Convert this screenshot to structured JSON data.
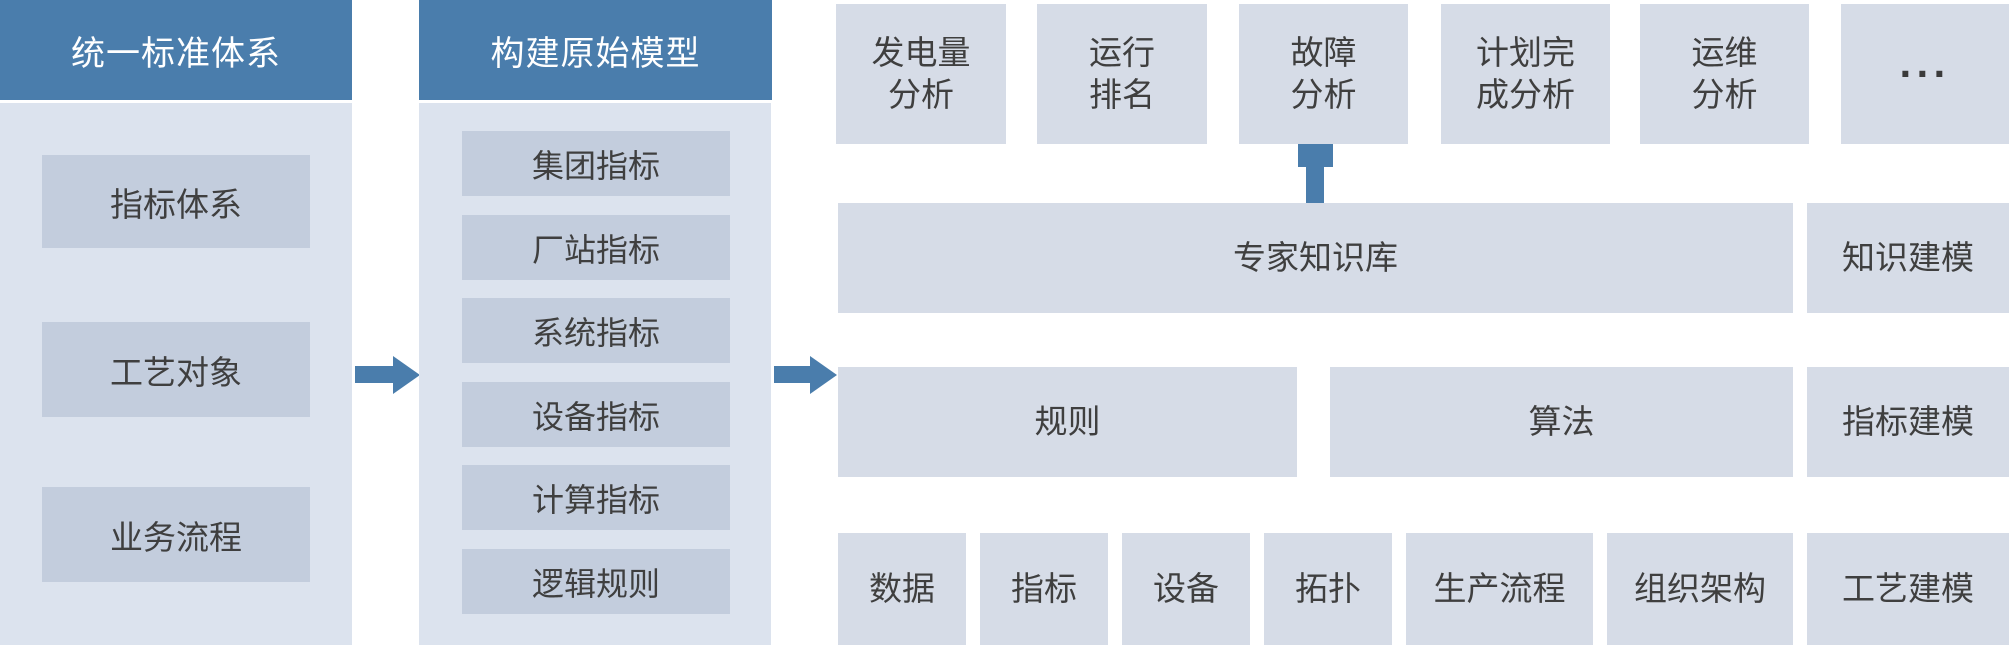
{
  "colors": {
    "accent_blue": "#4a7dac",
    "panel_background": "#dce3ee",
    "column_item_background": "#c3cddd",
    "right_box_background": "#d6dce7",
    "dark_text": "#3f3f3f",
    "header_text": "#ffffff"
  },
  "left_column": {
    "header": "统一标准体系",
    "items": [
      "指标体系",
      "工艺对象",
      "业务流程"
    ]
  },
  "model_column": {
    "header": "构建原始模型",
    "items": [
      "集团指标",
      "厂站指标",
      "系统指标",
      "设备指标",
      "计算指标",
      "逻辑规则"
    ]
  },
  "analysis_row": {
    "items": [
      "发电量\n分析",
      "运行\n排名",
      "故障\n分析",
      "计划完\n成分析",
      "运维\n分析",
      "···"
    ]
  },
  "knowledge_row": {
    "main": "专家知识库",
    "side": "知识建模"
  },
  "rule_row": {
    "rule": "规则",
    "algorithm": "算法",
    "side": "指标建模"
  },
  "base_row": {
    "items": [
      "数据",
      "指标",
      "设备",
      "拓扑",
      "生产流程",
      "组织架构",
      "工艺建模"
    ]
  }
}
